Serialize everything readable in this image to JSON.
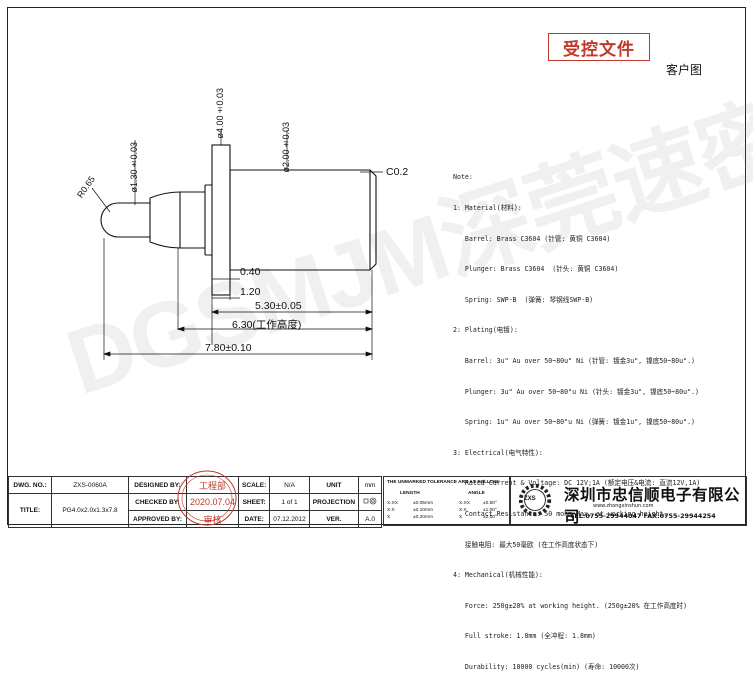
{
  "header": {
    "controlled_stamp": "受控文件",
    "customer_drawing": "客户图"
  },
  "watermark": "DGSMJM深莞速密",
  "dimensions": {
    "r_tip": "R0.65",
    "d_plunger": "ø1.30±0.03",
    "d_flange": "ø4.00±0.03",
    "d_barrel": "ø2.00±0.03",
    "chamfer": "C0.2",
    "l_040": "0.40",
    "l_120": "1.20",
    "l_530": "5.30±0.05",
    "l_630": "6.30(工作高度)",
    "l_780": "7.80±0.10"
  },
  "notes": [
    "Note:",
    "1: Material(材料):",
    "   Barrel: Brass C3604 (针管: 黄铜 C3604)",
    "   Plunger: Brass C3604  (针头: 黄铜 C3604)",
    "   Spring: SWP-B  (弹簧: 琴钢线SWP-B)",
    "2: Plating(电镀):",
    "   Barrel: 3u\" Au over 50~80u\" Ni (针管: 镀金3u\", 镍底50~80u\".)",
    "   Plunger: 3u\" Au over 50~80\"u Ni (针头: 镀金3u\", 镍底50~80u\".)",
    "   Spring: 1u\" Au over 50~80\"u Ni (弹簧: 镀金1u\", 镍底50~80u\".)",
    "3: Electrical(电气特性):",
    "   Rated Current & Voltage: DC 12V;1A (额定电压&电流: 直流12V,1A)",
    "   Contact Resistance: 50 mohm Max. at working height.",
    "   接触电阻: 最大50毫欧 (在工作高度状态下)",
    "4: Mechanical(机械性能):",
    "   Force: 250g±20% at working height. (250g±20% 在工作高度时)",
    "   Full stroke: 1.8mm (全冲程: 1.8mm)",
    "   Durability: 10000 cycles(min) (寿命: 10000次)"
  ],
  "title_block": {
    "dwg_no_label": "DWG. NO.:",
    "dwg_no": "ZXS-0060A",
    "title_label": "TITLE:",
    "title": "PG4.0x2.0x1.3x7.8",
    "designed_label": "DESIGNED BY:",
    "designed": "工程部",
    "checked_label": "CHECKED BY:",
    "checked": "2020.07.04",
    "approved_label": "APPROVED BY:",
    "approved": "审核",
    "scale_label": "SCALE:",
    "scale": "N/A",
    "sheet_label": "SHEET:",
    "sheet": "1 of 1",
    "date_label": "DATE:",
    "date": "07.12.2012",
    "unit_label": "UNIT",
    "unit": "mm",
    "projection_label": "PROJECTION",
    "ver_label": "VER.",
    "ver": "A.0"
  },
  "tolerance": {
    "heading": "THE UNMARKED TOLERANCE ARE AS FOLLOW:",
    "length_label": "LENGTH",
    "angle_label": "ANGLE",
    "rows": [
      [
        "X.XX",
        "±0.05mm",
        "X.XX",
        "±0.50°"
      ],
      [
        "X.X",
        "±0.10mm",
        "X.X",
        "±1.00°"
      ],
      [
        "X",
        "±0.20mm",
        "X",
        "±2.00°"
      ]
    ]
  },
  "company": {
    "logo": "ZXS",
    "name": "深圳市忠信顺电子有限公司",
    "web": "www.zhongxinshun.com",
    "tel": "TEL:0755-29944047    FAX:0755-29944254"
  }
}
